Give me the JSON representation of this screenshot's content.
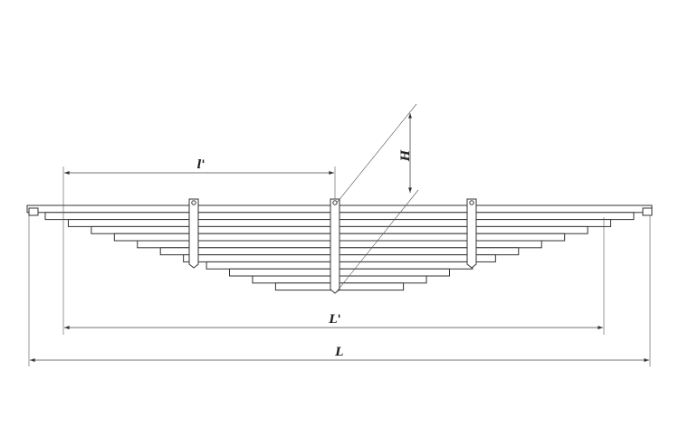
{
  "drawing": {
    "labels": {
      "overall_length": "L",
      "effective_length": "L'",
      "half_length": "l'",
      "arc_height": "H"
    },
    "leaf_count": 12,
    "clamp_count": 3
  },
  "colors": {
    "stroke": "#333333",
    "background": "#ffffff"
  }
}
